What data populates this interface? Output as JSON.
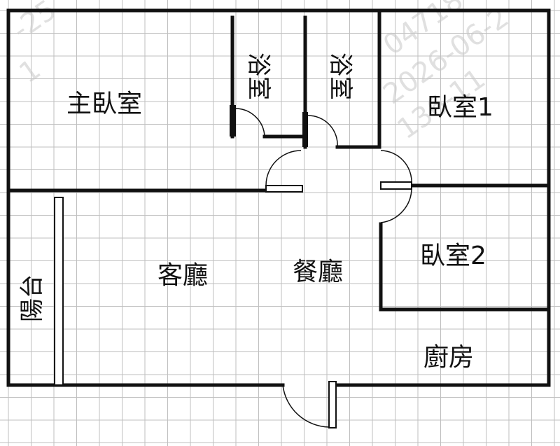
{
  "plan": {
    "rooms": {
      "master_bedroom": "主臥室",
      "bathroom_1": "浴室",
      "bathroom_2": "浴室",
      "bedroom_1": "臥室1",
      "bedroom_2": "臥室2",
      "living_room": "客廳",
      "dining_room": "餐廳",
      "balcony": "陽台",
      "kitchen": "廚房"
    },
    "watermark": {
      "date": "2026-06-2",
      "code_a": "04718",
      "code_b": "136-11",
      "code_c": "-25",
      "code_d": "1"
    }
  },
  "colors": {
    "wall": "#111111",
    "grid": "#bfbfbf",
    "background": "#ffffff",
    "watermark": "#c8c8c8"
  }
}
